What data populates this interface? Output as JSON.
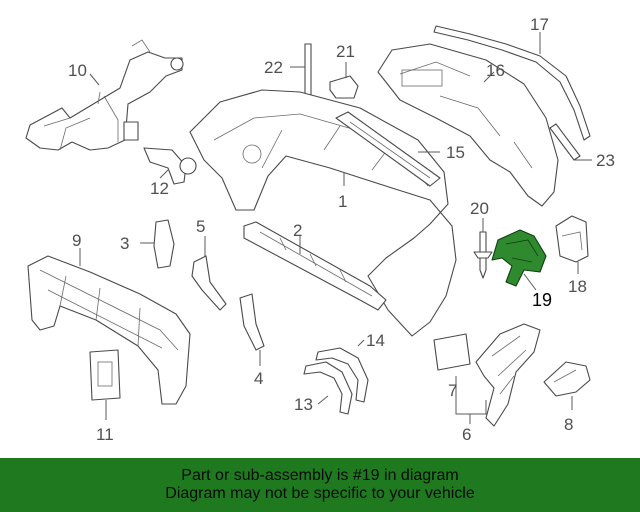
{
  "callouts": {
    "c1": "1",
    "c2": "2",
    "c3": "3",
    "c4": "4",
    "c5": "5",
    "c6": "6",
    "c7": "7",
    "c8": "8",
    "c9": "9",
    "c10": "10",
    "c11": "11",
    "c12": "12",
    "c13": "13",
    "c14": "14",
    "c15": "15",
    "c16": "16",
    "c17": "17",
    "c18": "18",
    "c19": "19",
    "c20": "20",
    "c21": "21",
    "c22": "22",
    "c23": "23"
  },
  "highlight": {
    "part_number": "19",
    "color": "#2f8a2f"
  },
  "banner": {
    "line1": "Part or sub-assembly is #19 in diagram",
    "line2": "Diagram may not be specific to your vehicle",
    "color": "#1f7a1f"
  }
}
